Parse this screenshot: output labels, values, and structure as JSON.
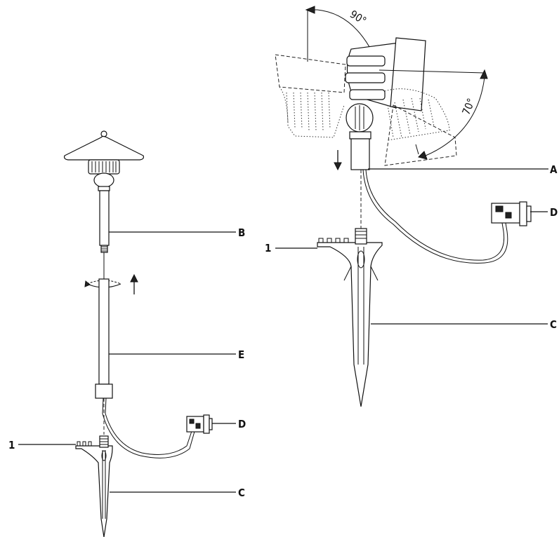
{
  "labels": {
    "A": "A",
    "B": "B",
    "C": "C",
    "D": "D",
    "E": "E",
    "one": "1"
  },
  "angles": {
    "tilt_up": "90°",
    "tilt_down": "70°"
  }
}
